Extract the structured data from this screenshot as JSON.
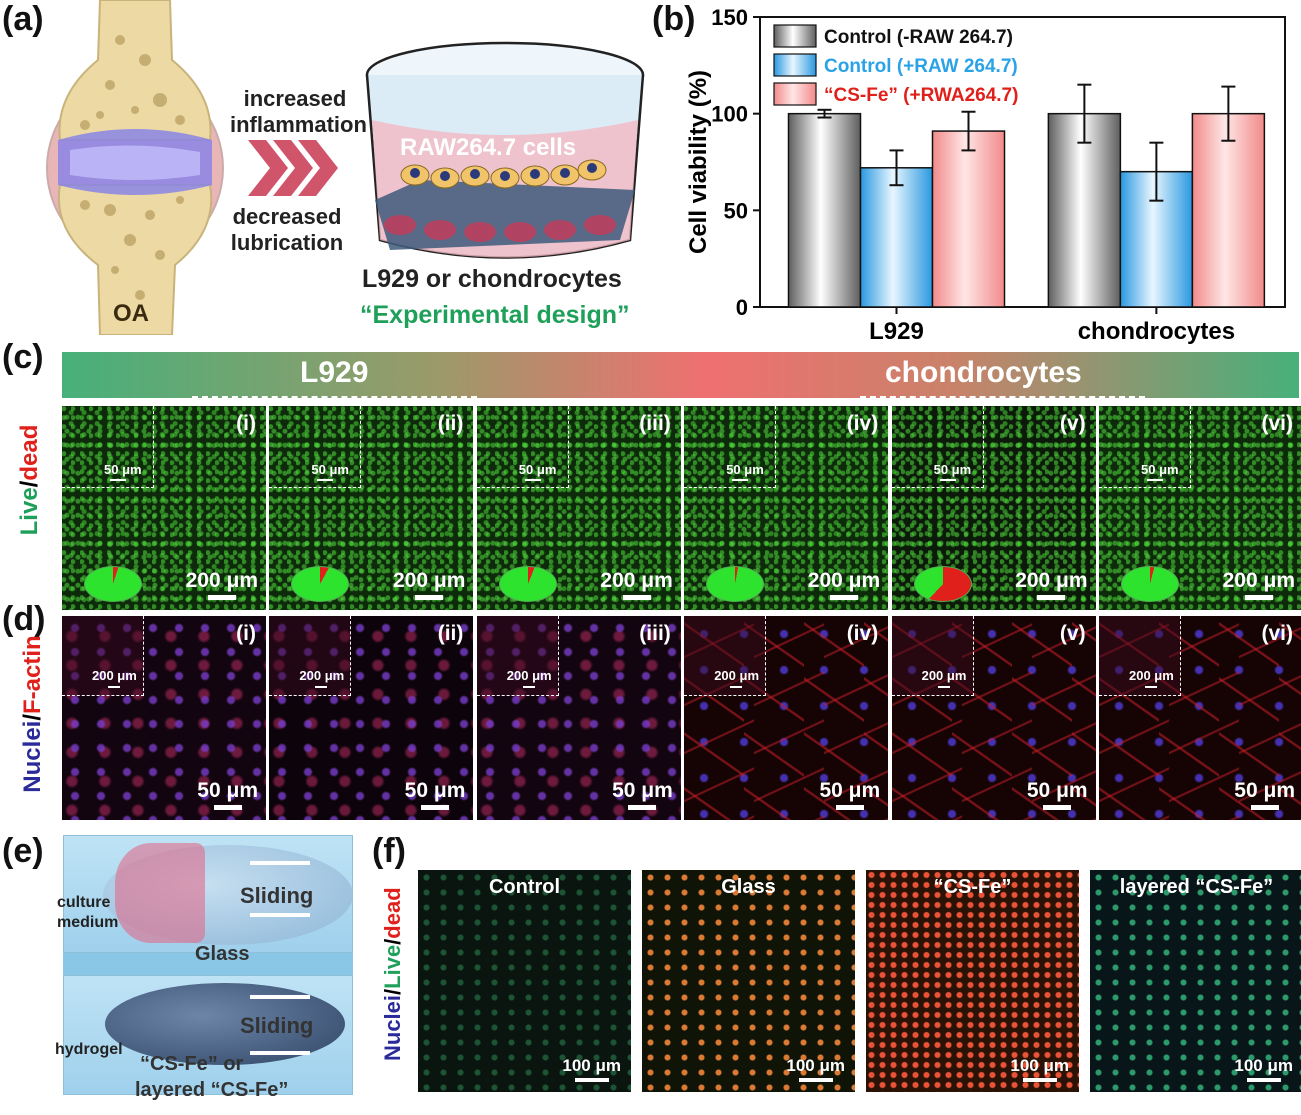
{
  "panels": {
    "a": "(a)",
    "b": "(b)",
    "c": "(c)",
    "d": "(d)",
    "e": "(e)",
    "f": "(f)"
  },
  "panel_a": {
    "arrow_top": [
      "increased",
      "inflammation"
    ],
    "arrow_bottom": [
      "decreased",
      "lubrication"
    ],
    "joint_label": "OA",
    "dish_label": "RAW264.7 cells",
    "caption_1": "L929 or chondrocytes",
    "caption_2": "“Experimental design”"
  },
  "chart_data": {
    "type": "bar",
    "categories": [
      "L929",
      "chondrocytes"
    ],
    "series": [
      {
        "name": "Control (-RAW 264.7)",
        "values": [
          100,
          100
        ],
        "errors": [
          2,
          15
        ],
        "color": "#9a9a9a"
      },
      {
        "name": "Control (+RAW 264.7)",
        "values": [
          72,
          70
        ],
        "errors": [
          9,
          15
        ],
        "color": "#4fb3f0"
      },
      {
        "name": "“CS-Fe” (+RWA264.7)",
        "values": [
          91,
          100
        ],
        "errors": [
          10,
          14
        ],
        "color": "#f7a1a1"
      }
    ],
    "legend_colors": [
      "#111111",
      "#2aa3e6",
      "#e0201a"
    ],
    "ylabel": "Cell viability (%)",
    "ylim": [
      0,
      150
    ],
    "yticks": [
      0,
      50,
      100,
      150
    ],
    "legend": "top-left"
  },
  "panel_c": {
    "group_left": "L929",
    "group_right": "chondrocytes",
    "row_label_live": "Live",
    "row_label_sep": "/",
    "row_label_dead": "dead",
    "tiles": [
      "(i)",
      "(ii)",
      "(iii)",
      "(iv)",
      "(v)",
      "(vi)"
    ],
    "inset_scale": "50 μm",
    "scale": "200 μm",
    "dead_fraction": [
      0.05,
      0.08,
      0.06,
      0.03,
      0.62,
      0.04
    ]
  },
  "panel_d": {
    "row_label_nuclei": "Nuclei",
    "row_label_sep": "/",
    "row_label_actin": "F-actin",
    "tiles": [
      "(i)",
      "(ii)",
      "(iii)",
      "(iv)",
      "(v)",
      "(vi)"
    ],
    "inset_scale": "200 μm",
    "scale": "50 μm"
  },
  "panel_e": {
    "top_label_medium": [
      "culture",
      "medium"
    ],
    "top_label_glass": "Glass",
    "sliding": "Sliding",
    "bottom_label_hydrogel": "hydrogel",
    "bottom_label_or": "“CS-Fe” or",
    "bottom_label_layered": "layered “CS-Fe”"
  },
  "panel_f": {
    "row_label_nuclei": "Nuclei",
    "row_label_live": "Live",
    "row_label_dead": "dead",
    "sep": "/",
    "tiles": [
      "Control",
      "Glass",
      "“CS-Fe”",
      "layered “CS-Fe”"
    ],
    "scale": "100 μm"
  }
}
